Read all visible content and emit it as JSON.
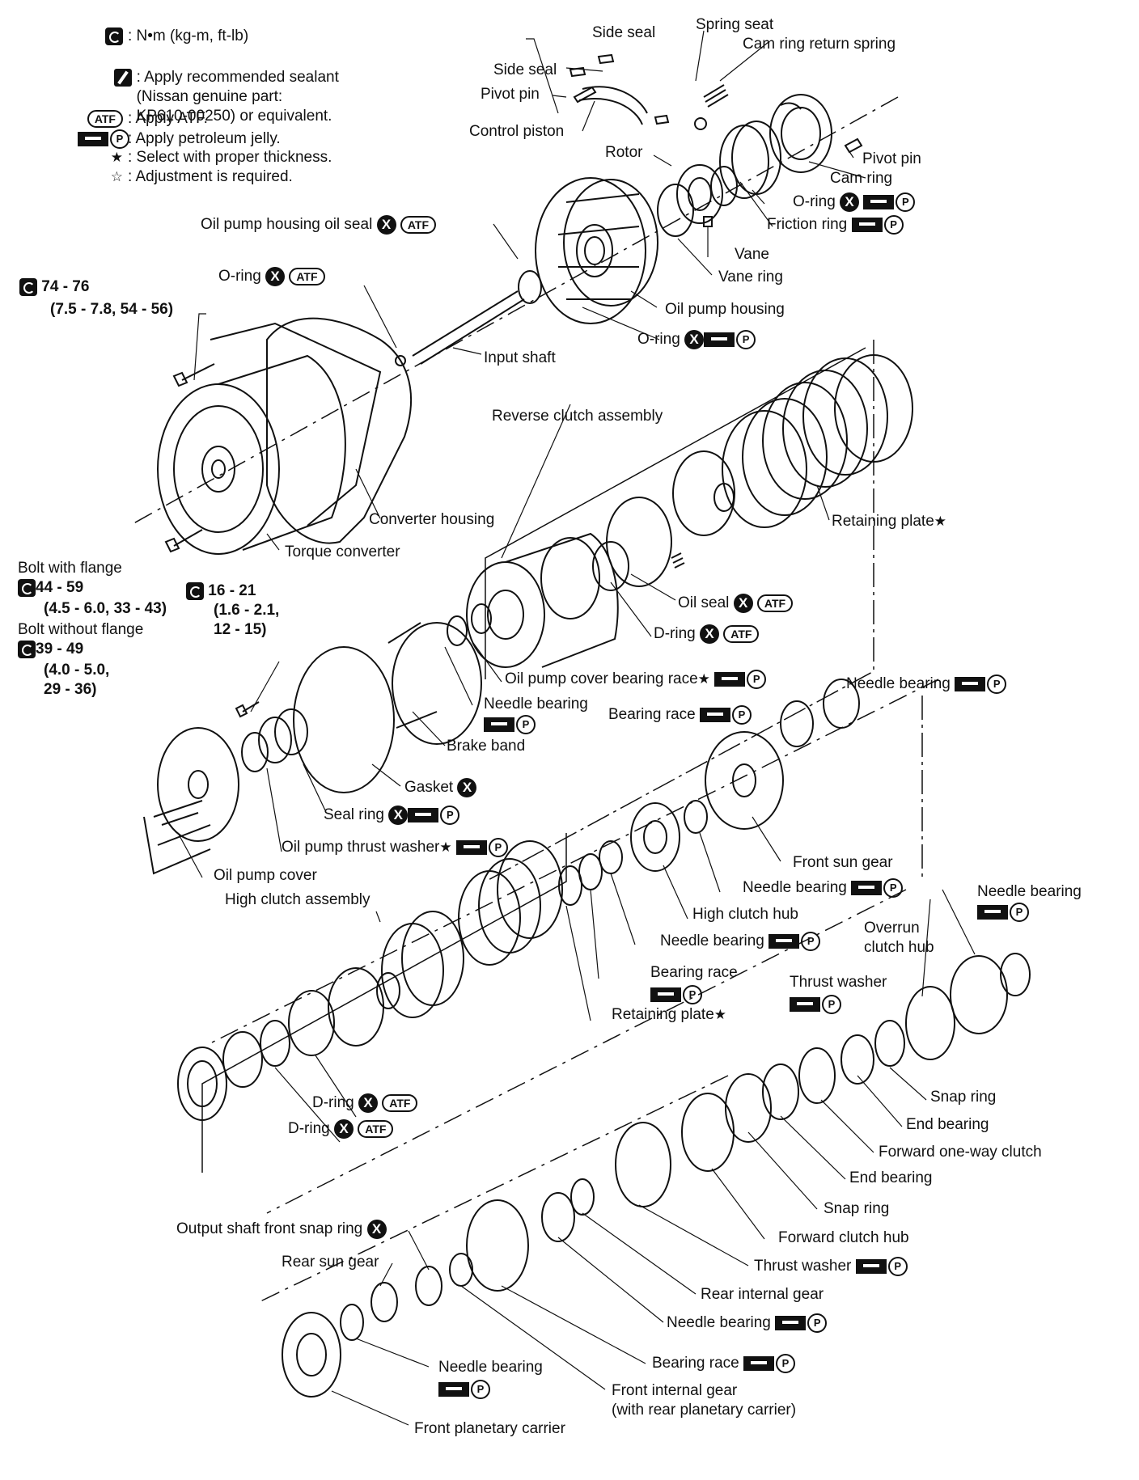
{
  "legend": {
    "torque": ": N•m (kg-m, ft-lb)",
    "sealant": ": Apply recommended sealant\n(Nissan genuine part:\nKP610-00250) or equivalent.",
    "atf": ": Apply ATF.",
    "jelly": ": Apply petroleum jelly.",
    "select": ": Select with proper thickness.",
    "adjust": ": Adjustment is required.",
    "atf_badge": "ATF",
    "p_badge": "P",
    "x_badge": "X",
    "star_solid": "★",
    "star_open": "☆"
  },
  "torque_specs": {
    "t1": "74 - 76",
    "t1b": "(7.5 - 7.8, 54 - 56)",
    "t2_label": "Bolt with flange",
    "t2": "44 - 59",
    "t2b": "(4.5 - 6.0, 33 - 43)",
    "t3": "16 - 21",
    "t3b": "(1.6 - 2.1,",
    "t3c": "12 - 15)",
    "t4_label": "Bolt without flange",
    "t4": "39 - 49",
    "t4b": "(4.0 - 5.0,",
    "t4c": "29 - 36)"
  },
  "labels": {
    "side_seal_1": "Side seal",
    "spring_seat": "Spring seat",
    "cam_ring_return_spring": "Cam ring return spring",
    "side_seal_2": "Side seal",
    "pivot_pin_1": "Pivot pin",
    "control_piston": "Control piston",
    "rotor": "Rotor",
    "pivot_pin_2": "Pivot pin",
    "cam_ring": "Cam ring",
    "o_ring_1": "O-ring",
    "friction_ring": "Friction ring",
    "oil_pump_housing_oil_seal": "Oil pump housing oil seal",
    "vane": "Vane",
    "vane_ring": "Vane ring",
    "o_ring_2": "O-ring",
    "oil_pump_housing": "Oil pump housing",
    "o_ring_3": "O-ring",
    "input_shaft": "Input shaft",
    "reverse_clutch_assembly": "Reverse clutch assembly",
    "converter_housing": "Converter housing",
    "retaining_plate_1": "Retaining plate",
    "torque_converter": "Torque converter",
    "oil_seal": "Oil seal",
    "d_ring_1": "D-ring",
    "oil_pump_cover_bearing_race": "Oil pump cover bearing race",
    "needle_bearing_1": "Needle bearing",
    "needle_bearing_2": "Needle bearing",
    "bearing_race_1": "Bearing race",
    "brake_band": "Brake band",
    "gasket": "Gasket",
    "seal_ring": "Seal ring",
    "oil_pump_thrust_washer": "Oil pump thrust washer",
    "oil_pump_cover": "Oil pump cover",
    "front_sun_gear": "Front sun gear",
    "high_clutch_assembly": "High clutch assembly",
    "needle_bearing_3": "Needle bearing",
    "needle_bearing_4": "Needle bearing",
    "high_clutch_hub": "High clutch hub",
    "overrun_clutch_hub": "Overrun\nclutch hub",
    "needle_bearing_5": "Needle bearing",
    "bearing_race_2": "Bearing race",
    "thrust_washer_1": "Thrust washer",
    "retaining_plate_2": "Retaining plate",
    "snap_ring_1": "Snap ring",
    "d_ring_2": "D-ring",
    "end_bearing_1": "End bearing",
    "d_ring_3": "D-ring",
    "forward_one_way_clutch": "Forward one-way clutch",
    "end_bearing_2": "End bearing",
    "snap_ring_2": "Snap ring",
    "output_shaft_front_snap_ring": "Output shaft front snap ring",
    "forward_clutch_hub": "Forward clutch hub",
    "rear_sun_gear": "Rear sun gear",
    "thrust_washer_2": "Thrust washer",
    "rear_internal_gear": "Rear internal gear",
    "needle_bearing_6": "Needle bearing",
    "needle_bearing_7": "Needle bearing",
    "bearing_race_3": "Bearing race",
    "front_internal_gear": "Front internal gear\n(with rear planetary carrier)",
    "front_planetary_carrier": "Front planetary carrier"
  },
  "colors": {
    "ink": "#111111",
    "paper": "#ffffff"
  }
}
